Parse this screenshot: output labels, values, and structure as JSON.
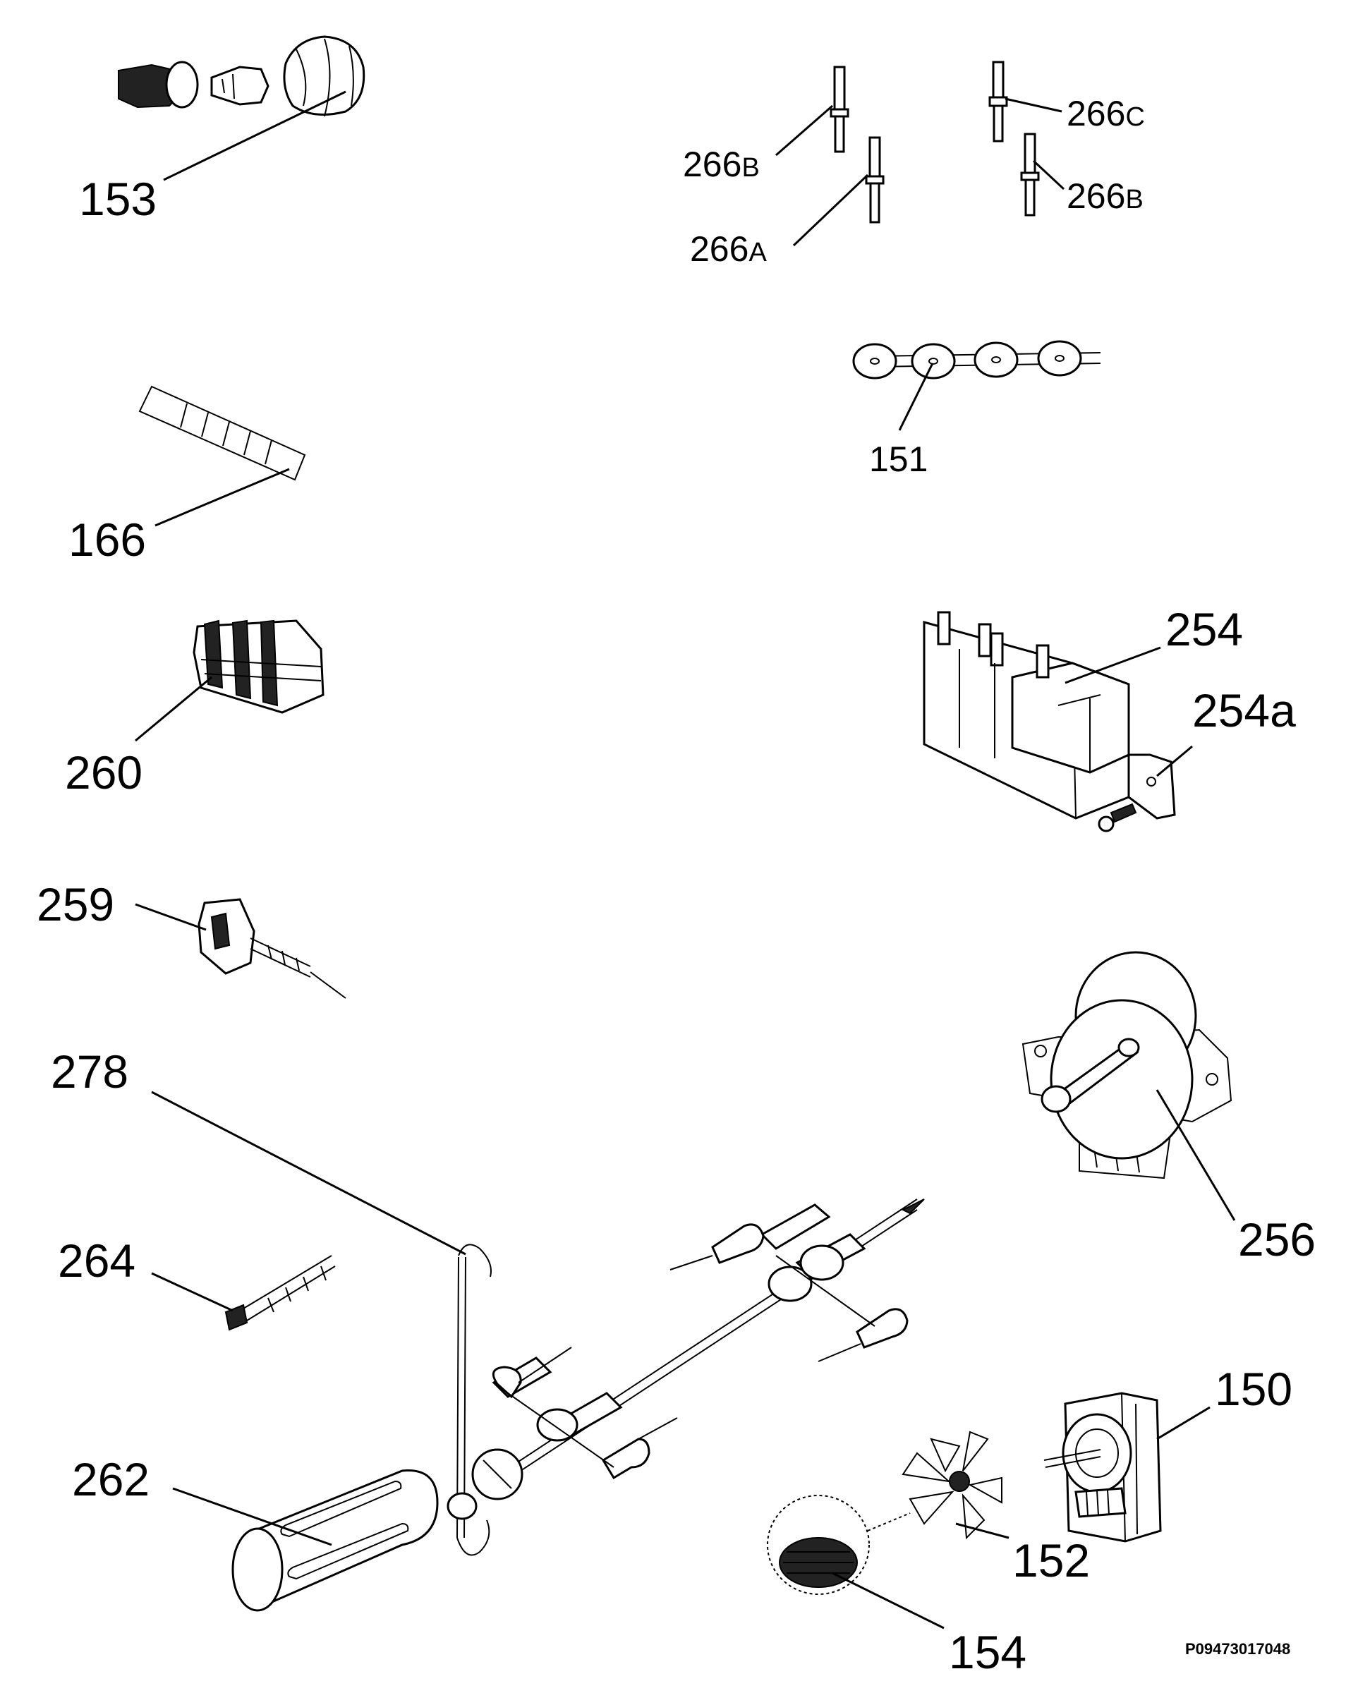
{
  "labels": {
    "p153": "153",
    "p266b_left": "266",
    "p266b_left_suffix": "B",
    "p266a": "266",
    "p266a_suffix": "A",
    "p266c": "266",
    "p266c_suffix": "C",
    "p266b_right": "266",
    "p266b_right_suffix": "B",
    "p151": "151",
    "p166": "166",
    "p260": "260",
    "p254": "254",
    "p254a": "254a",
    "p259": "259",
    "p278": "278",
    "p256": "256",
    "p264": "264",
    "p150": "150",
    "p262": "262",
    "p152": "152",
    "p154": "154"
  },
  "drawing_code": "P09473017048"
}
